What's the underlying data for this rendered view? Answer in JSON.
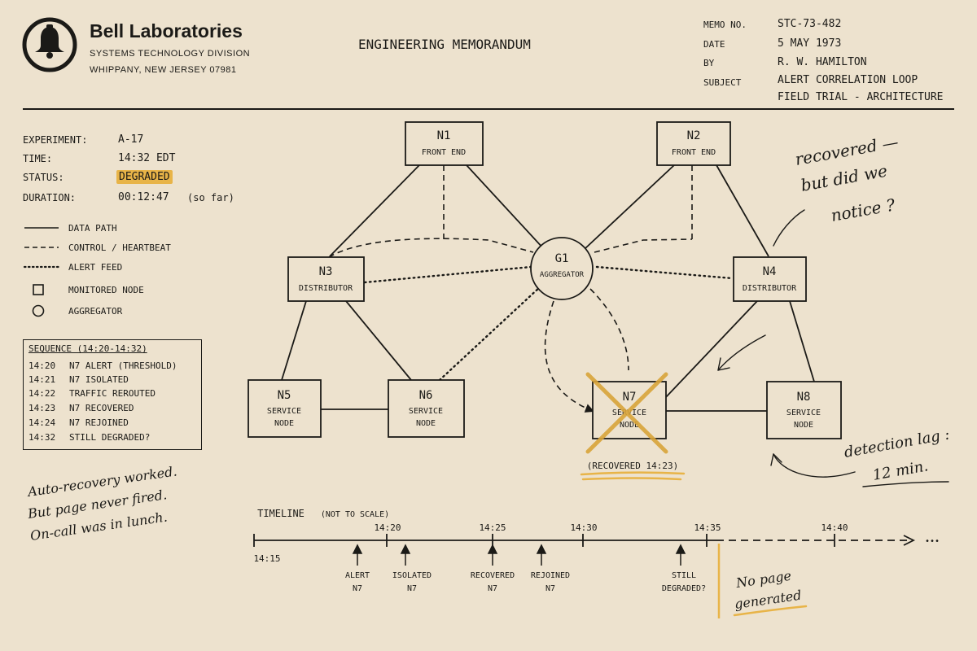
{
  "letterhead": {
    "company": "Bell Laboratories",
    "division": "SYSTEMS TECHNOLOGY DIVISION",
    "location": "WHIPPANY, NEW JERSEY 07981",
    "logo_icon": "bell-icon"
  },
  "doc_title": "ENGINEERING MEMORANDUM",
  "memo": {
    "memo_no_label": "MEMO NO.",
    "memo_no": "STC-73-482",
    "date_label": "DATE",
    "date": "5 MAY 1973",
    "by_label": "BY",
    "by": "R. W. HAMILTON",
    "subject_label": "SUBJECT",
    "subject_line1": "ALERT CORRELATION LOOP",
    "subject_line2": "FIELD TRIAL - ARCHITECTURE"
  },
  "experiment": {
    "experiment_label": "EXPERIMENT:",
    "experiment": "A-17",
    "time_label": "TIME:",
    "time": "14:32 EDT",
    "status_label": "STATUS:",
    "status": "DEGRADED",
    "duration_label": "DURATION:",
    "duration": "00:12:47",
    "duration_note": "(so far)"
  },
  "legend": {
    "data_path": "DATA PATH",
    "control": "CONTROL / HEARTBEAT",
    "alert_feed": "ALERT FEED",
    "monitored_node": "MONITORED NODE",
    "aggregator": "AGGREGATOR"
  },
  "sequence": {
    "title": "SEQUENCE (14:20-14:32)",
    "items": [
      {
        "time": "14:20",
        "event": "N7 ALERT (THRESHOLD)"
      },
      {
        "time": "14:21",
        "event": "N7 ISOLATED"
      },
      {
        "time": "14:22",
        "event": "TRAFFIC REROUTED"
      },
      {
        "time": "14:23",
        "event": "N7 RECOVERED"
      },
      {
        "time": "14:24",
        "event": "N7 REJOINED"
      },
      {
        "time": "14:32",
        "event": "STILL DEGRADED?"
      }
    ]
  },
  "nodes": {
    "n1": {
      "id": "N1",
      "role": "FRONT END"
    },
    "n2": {
      "id": "N2",
      "role": "FRONT END"
    },
    "n3": {
      "id": "N3",
      "role": "DISTRIBUTOR"
    },
    "n4": {
      "id": "N4",
      "role": "DISTRIBUTOR"
    },
    "n5": {
      "id": "N5",
      "role1": "SERVICE",
      "role2": "NODE"
    },
    "n6": {
      "id": "N6",
      "role1": "SERVICE",
      "role2": "NODE"
    },
    "n7": {
      "id": "N7",
      "role1": "SERVICE",
      "role2": "NODE"
    },
    "n8": {
      "id": "N8",
      "role1": "SERVICE",
      "role2": "NODE"
    },
    "g1": {
      "id": "G1",
      "role": "AGGREGATOR"
    }
  },
  "n7_recovered_note": "(RECOVERED 14:23)",
  "notes": {
    "recovered_1": "recovered —",
    "recovered_2": "but did we",
    "recovered_3": "notice ?",
    "lag_1": "detection lag :",
    "lag_2": "12 min.",
    "auto_1": "Auto-recovery worked.",
    "auto_2": "But page never fired.",
    "auto_3": "On-call was in lunch.",
    "nopage_1": "No page",
    "nopage_2": "generated"
  },
  "timeline": {
    "label": "TIMELINE",
    "note": "(NOT TO SCALE)",
    "ticks": [
      "14:15",
      "14:20",
      "14:25",
      "14:30",
      "14:35",
      "14:40"
    ],
    "ellipsis": "•••",
    "events": [
      {
        "line1": "ALERT",
        "line2": "N7"
      },
      {
        "line1": "ISOLATED",
        "line2": "N7"
      },
      {
        "line1": "RECOVERED",
        "line2": "N7"
      },
      {
        "line1": "REJOINED",
        "line2": "N7"
      },
      {
        "line1": "STILL",
        "line2": "DEGRADED?"
      }
    ]
  },
  "colors": {
    "paper": "#ede2ce",
    "ink": "#1b1a17",
    "highlight": "#e8b448",
    "cross": "#d9a43a"
  }
}
